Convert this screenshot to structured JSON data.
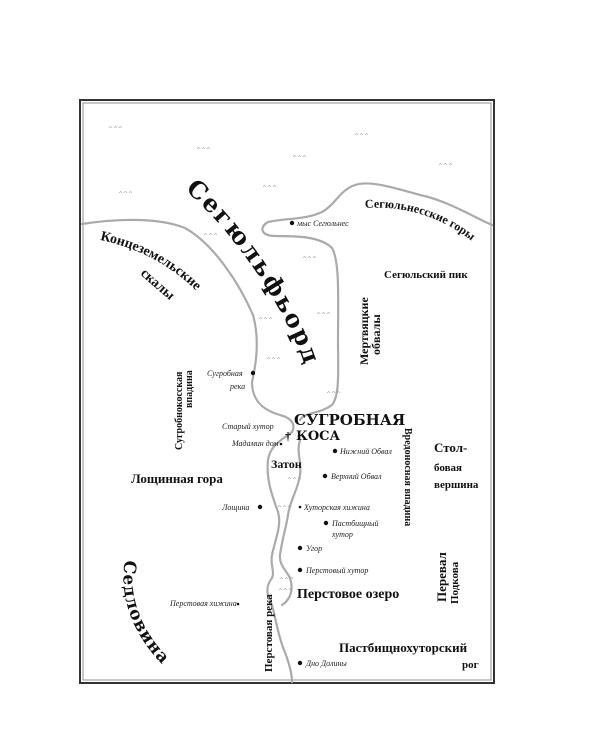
{
  "map": {
    "colors": {
      "coast": "#aaaaaa",
      "ink": "#111111",
      "frame": "#333333"
    },
    "regions": {
      "fjord": "Сегюльфьорд",
      "cliffs_line1": "Концеземельские",
      "cliffs_line2": "скалы",
      "mountains": "Сегюльнесские горы",
      "peak": "Сегюльский пик",
      "landslides_line1": "Мертвяцкие",
      "landslides_line2": "обвалы",
      "hollow_west_line1": "Сугробнокосская",
      "hollow_west_line2": "впадина",
      "spit_line1": "Сугробная",
      "spit_line2": "коса",
      "backwater": "Затон",
      "hollow_mountain": "Лощинная гора",
      "pillar_line1": "Стол-",
      "pillar_line2": "бовая",
      "pillar_line3": "вершина",
      "hollow_east": "Вредоносная впадина",
      "pass_line1": "Перевал",
      "pass_line2": "Подкова",
      "saddle": "Седловина",
      "lake": "Перстовое озеро",
      "horn_line1": "Пастбищнохуторский",
      "horn_line2": "рог",
      "river": "Перстовая река"
    },
    "places": {
      "cape": "мыс Сегюльнес",
      "river_line1": "Сугробная",
      "river_line2": "река",
      "old_farm": "Старый хутор",
      "madam_house": "Мадамин дом",
      "lower_slide": "Нижний Обвал",
      "upper_slide": "Верхний Обвал",
      "hollow": "Лощина",
      "farm_hut": "Хуторская хижина",
      "pasture_farm_line1": "Пастбищный",
      "pasture_farm_line2": "хутор",
      "hill": "Угор",
      "finger_farm": "Перстовый хутор",
      "finger_hut": "Перстовая хижина",
      "valley_bottom": "Дно Долины"
    },
    "water_icon": "wave-mark",
    "church_icon": "cross"
  }
}
